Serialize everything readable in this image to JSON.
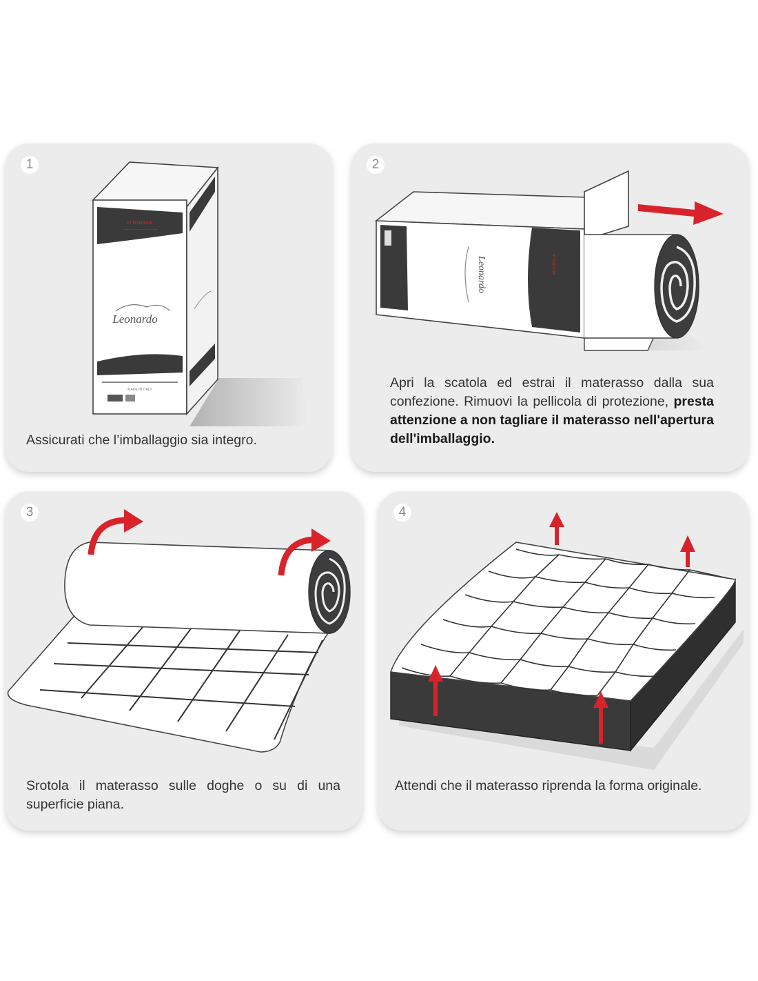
{
  "steps": [
    {
      "number": "1",
      "caption": "Assicurati che l’imballaggio sia integro."
    },
    {
      "number": "2",
      "caption_normal": "Apri la scatola ed estrai il materasso dalla sua confezione. Rimuovi la pellicola di protezione, ",
      "caption_bold": "presta attenzione a non tagliare il materasso nell'apertura dell'imballaggio."
    },
    {
      "number": "3",
      "caption": "Srotola il materasso sulle doghe o su di una superficie piana."
    },
    {
      "number": "4",
      "caption": "Attendi che il materasso riprenda la forma originale."
    }
  ],
  "box": {
    "brand_logo": "Leonardo",
    "warning_title": "ATTENZIONE",
    "warning_text": "PRIMA DI APRIRE LA SCATOLA VERIFICARE CHE LE DIMENSIONI SCELTE SIANO GIUSTE. UNA VOLTA APERTO IL PRODOTTO NON SARÀ POSSIBILE ACCETTARE IL RESO",
    "made_in": "MADE IN ITALY"
  },
  "colors": {
    "card_bg": "#ececec",
    "arrow_red": "#d9232b",
    "dark_band": "#3a3a3a"
  },
  "icons": [
    "arrow-right-icon",
    "curved-arrow-icon",
    "arrow-up-icon"
  ]
}
